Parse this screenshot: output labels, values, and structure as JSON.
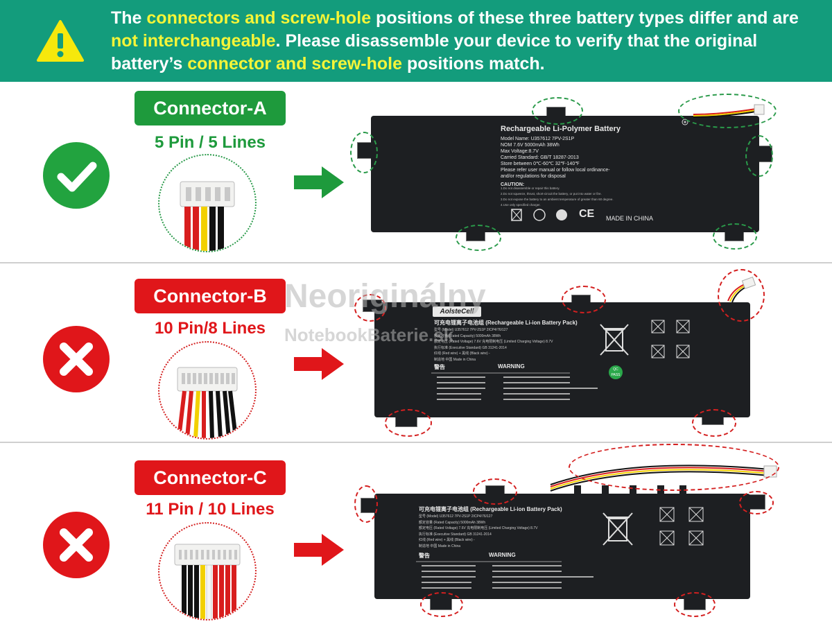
{
  "banner": {
    "p1": "The ",
    "h1": "connectors and screw-hole",
    "p2": " positions of these three battery types differ and are ",
    "h2": "not interchangeable",
    "p3": ". Please disassemble your device to verify that the original battery’s ",
    "h3": "connector and screw-hole",
    "p4": " positions match."
  },
  "sections": [
    {
      "label": "Connector-A",
      "pins": "5 Pin / 5 Lines",
      "status": "compatible"
    },
    {
      "label": "Connector-B",
      "pins": "10 Pin/8 Lines",
      "status": "incompatible"
    },
    {
      "label": "Connector-C",
      "pins": "11 Pin / 10 Lines",
      "status": "incompatible"
    }
  ],
  "battery_a": {
    "title": "Rechargeable Li-Polymer Battery",
    "model": "Model Name: U357612 7PV-2S1P",
    "nom": "NOM 7.6V 5000mAh 38Wh",
    "max": "Max Voltage:8.7V",
    "std": "Carried Standard: GB/T 18287-2013",
    "store": "Store between 0℃-60℃ 32℉-140℉",
    "note1": "Please refer user manual or follow local ordinance-",
    "note2": "and/or regulations for disposal",
    "caution": "CAUTION:",
    "c1": "1.Do not disassemble or repair this battery.",
    "c2": "2.Do not squeeze, thrust, short-circuit the battery, or put into water or fire.",
    "c3": "3.Do not expose the battery to an ambient temperature of greater than 60 degree.",
    "c4": "4.Use only specified charger.",
    "made": "MADE IN CHINA",
    "ce": "CE"
  },
  "battery_b": {
    "brand": "AolsteCell",
    "title": "可充电锂离子电池组 (Rechargeable Li-ion Battery Pack)",
    "l1": "型号 (Model) U357612 7PV-2S1P    2ICP4/76/127",
    "l2": "额定容量 (Rated Capacity) 5000mAh 38Wh",
    "l3": "额定电压 (Rated Voltage) 7.6V    充电限制电压 (Limited Charging Voltage) 8.7V",
    "l4": "执行标准 (Executive Standard) GB 31241-2014",
    "l5": "红线 (Red wire) +    黑线 (Black wire) -",
    "l6": "制造地 中国    Made in China",
    "warn_cn": "警告",
    "warn_en": "WARNING",
    "pass": "QC PASS"
  },
  "battery_c": {
    "title": "可充电锂离子电池组 (Rechargeable Li-ion Battery Pack)",
    "l1": "型号 (Model) U357612 7PV-2S1P    2ICP4/76/127",
    "l2": "额定容量 (Rated Capacity) 5000mAh 38Wh",
    "l3": "额定电压 (Rated Voltage) 7.6V    充电限制电压 (Limited Charging Voltage) 8.7V",
    "l4": "执行标准 (Executive Standard) GB 31241-2014",
    "l5": "红线 (Red wire) +    黑线 (Black wire) -",
    "l6": "制造地 中国    Made in China",
    "warn_cn": "警告",
    "warn_en": "WARNING"
  },
  "watermark": {
    "line1": "Neoriginálny",
    "line2": "NotebookBaterie.sk"
  },
  "colors": {
    "banner": "#139c7c",
    "highlight": "#f5f538",
    "ok": "#1e9a3c",
    "bad": "#e0161a"
  },
  "icons": {
    "warning": "warning-triangle-icon",
    "ok": "checkmark-icon",
    "bad": "x-cross-icon",
    "arrow": "right-arrow-icon"
  }
}
